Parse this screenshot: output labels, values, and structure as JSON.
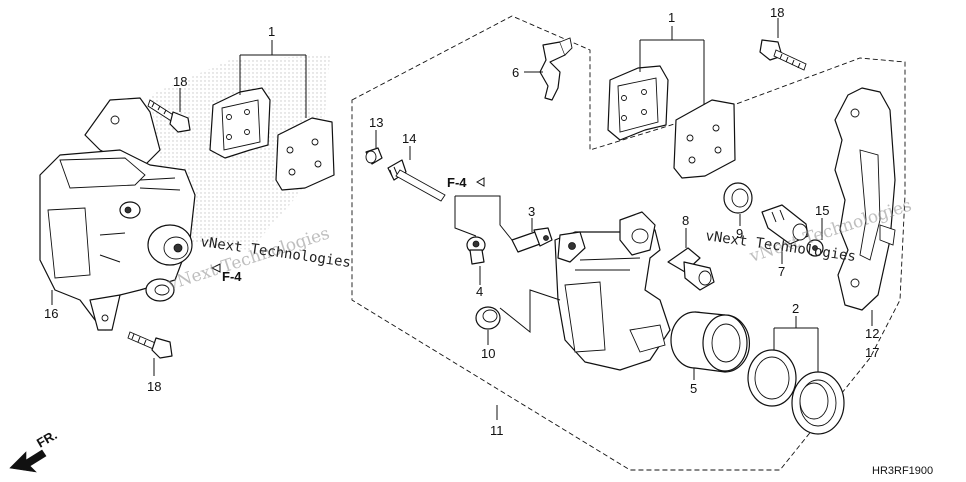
{
  "part_numbers": {
    "p1_left": "1",
    "p1_right": "1",
    "p2": "2",
    "p3": "3",
    "p4": "4",
    "p5": "5",
    "p6": "6",
    "p7": "7",
    "p8": "8",
    "p9": "9",
    "p10": "10",
    "p11": "11",
    "p12": "12",
    "p13": "13",
    "p14": "14",
    "p15": "15",
    "p16": "16",
    "p17": "17",
    "p18_top_left": "18",
    "p18_bottom_left": "18",
    "p18_top_right": "18"
  },
  "references": {
    "f4_left": "F-4",
    "f4_right": "F-4"
  },
  "direction_label": "FR.",
  "diagram_code": "HR3RF1900",
  "watermark": {
    "text_a": "vNext Technologies",
    "text_b": "vNext Technologies"
  }
}
